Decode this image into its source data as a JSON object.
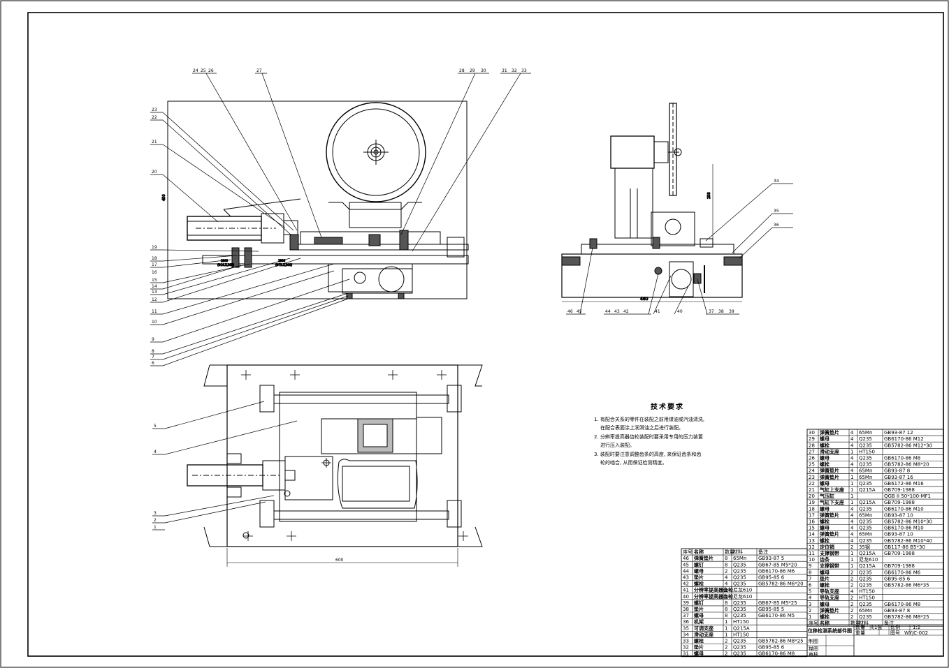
{
  "tech_requirements": {
    "title": "技术要求",
    "lines": [
      {
        "text": "1. 有配合关系的零件在装配之前用煤油或汽油清洗,",
        "indent": false
      },
      {
        "text": "在配合表面涂上润滑油之后进行装配。",
        "indent": true
      },
      {
        "text": "2. 分辨率提高器齿轮装配时要采用专用的压力装置",
        "indent": false
      },
      {
        "text": "进行压入装配。",
        "indent": true
      },
      {
        "text": "3. 装配时要注意调整齿条的高度, 来保证齿条和齿",
        "indent": false
      },
      {
        "text": "轮的啮合, 从而保证检测精度。",
        "indent": true
      }
    ]
  },
  "dimensions": {
    "top_width": "460",
    "plan_width": "600",
    "height_left": "450",
    "height_right": "258",
    "note1": "2800",
    "note1b": "(Φ24.5,305)",
    "note2": "2800",
    "note2b": "(Φ73.5,300)"
  },
  "front_view_leaders": {
    "left": [
      "23",
      "22",
      "21",
      "20",
      "19",
      "18",
      "17",
      "15",
      "14",
      "13",
      "16",
      "12",
      "11",
      "10",
      "9",
      "8",
      "7",
      "6"
    ],
    "top_groups": [
      [
        "24",
        "25",
        "26"
      ],
      [
        "27"
      ],
      [
        "28",
        "29",
        "30"
      ],
      [
        "31",
        "32",
        "33"
      ]
    ]
  },
  "side_view_leaders": {
    "right": [
      "34",
      "35",
      "36"
    ],
    "bottom": [
      "46",
      "45",
      "44",
      "43",
      "42",
      "41",
      "40",
      "37",
      "38",
      "39"
    ]
  },
  "plan_view_leaders": [
    "5",
    "4",
    "3",
    "2",
    "1"
  ],
  "bom_right": [
    {
      "no": "30",
      "name": "弹簧垫片",
      "qty": "4",
      "mat": "65Mn",
      "note": "GB93-87 12"
    },
    {
      "no": "29",
      "name": "螺母",
      "qty": "4",
      "mat": "Q235",
      "note": "GB6170-86 M12"
    },
    {
      "no": "28",
      "name": "螺栓",
      "qty": "4",
      "mat": "Q235",
      "note": "GB5782-86 M12*30"
    },
    {
      "no": "27",
      "name": "滑动支座",
      "qty": "1",
      "mat": "HT150",
      "note": ""
    },
    {
      "no": "26",
      "name": "螺母",
      "qty": "4",
      "mat": "Q235",
      "note": "GB6170-86 M8"
    },
    {
      "no": "25",
      "name": "螺栓",
      "qty": "4",
      "mat": "Q235",
      "note": "GB5782-86 M8*20"
    },
    {
      "no": "24",
      "name": "弹簧垫片",
      "qty": "4",
      "mat": "65Mn",
      "note": "GB93-87 8"
    },
    {
      "no": "23",
      "name": "弹簧垫片",
      "qty": "1",
      "mat": "65Mn",
      "note": "GB93-87 16"
    },
    {
      "no": "22",
      "name": "螺母",
      "qty": "1",
      "mat": "Q235",
      "note": "GB6172-86 M16"
    },
    {
      "no": "21",
      "name": "气缸上支座",
      "qty": "1",
      "mat": "Q215A",
      "note": "GB709-1988"
    },
    {
      "no": "20",
      "name": "气压缸",
      "qty": "1",
      "mat": "",
      "note": "QGB II 50*100-MF1"
    },
    {
      "no": "19",
      "name": "气缸下支座",
      "qty": "1",
      "mat": "Q215A",
      "note": "GB709-1988"
    },
    {
      "no": "18",
      "name": "螺母",
      "qty": "4",
      "mat": "Q235",
      "note": "GB6170-86 M10"
    },
    {
      "no": "17",
      "name": "弹簧垫片",
      "qty": "4",
      "mat": "65Mn",
      "note": "GB93-87 10"
    },
    {
      "no": "16",
      "name": "螺栓",
      "qty": "4",
      "mat": "Q235",
      "note": "GB5782-86 M10*30"
    },
    {
      "no": "15",
      "name": "螺母",
      "qty": "4",
      "mat": "Q235",
      "note": "GB6170-86 M10"
    },
    {
      "no": "14",
      "name": "弹簧垫片",
      "qty": "4",
      "mat": "65Mn",
      "note": "GB93-87 10"
    },
    {
      "no": "13",
      "name": "螺栓",
      "qty": "4",
      "mat": "Q235",
      "note": "GB5782-86 M10*40"
    },
    {
      "no": "12",
      "name": "定位销",
      "qty": "2",
      "mat": "35钢",
      "note": "GB117-86 B5*30"
    },
    {
      "no": "11",
      "name": "支撑钢带",
      "qty": "1",
      "mat": "Q215A",
      "note": "GB709-1988"
    },
    {
      "no": "10",
      "name": "齿条",
      "qty": "1",
      "mat": "尼龙610",
      "note": ""
    },
    {
      "no": "9",
      "name": "支撑钢带",
      "qty": "1",
      "mat": "Q215A",
      "note": "GB709-1988"
    },
    {
      "no": "8",
      "name": "螺母",
      "qty": "2",
      "mat": "Q235",
      "note": "GB6170-86 M6"
    },
    {
      "no": "7",
      "name": "垫片",
      "qty": "2",
      "mat": "Q235",
      "note": "GB95-85 6"
    },
    {
      "no": "6",
      "name": "螺栓",
      "qty": "2",
      "mat": "Q235",
      "note": "GB5782-86 M6*35"
    },
    {
      "no": "5",
      "name": "导轨支座",
      "qty": "4",
      "mat": "HT150",
      "note": ""
    },
    {
      "no": "4",
      "name": "导轨支座",
      "qty": "2",
      "mat": "HT150",
      "note": ""
    },
    {
      "no": "3",
      "name": "螺母",
      "qty": "2",
      "mat": "Q235",
      "note": "GB6170-86 M8"
    },
    {
      "no": "2",
      "name": "弹簧垫片",
      "qty": "2",
      "mat": "65Mn",
      "note": "GB93-87 8"
    },
    {
      "no": "1",
      "name": "螺栓",
      "qty": "2",
      "mat": "Q235",
      "note": "GB5782-86 M8*25"
    }
  ],
  "bom_left": [
    {
      "no": "46",
      "name": "弹簧垫片",
      "qty": "8",
      "mat": "65Mn",
      "note": "GB93-87 5"
    },
    {
      "no": "45",
      "name": "螺钉",
      "qty": "8",
      "mat": "Q235",
      "note": "GB67-85 M5*20"
    },
    {
      "no": "44",
      "name": "螺母",
      "qty": "2",
      "mat": "Q235",
      "note": "GB6170-86 M6"
    },
    {
      "no": "43",
      "name": "垫片",
      "qty": "4",
      "mat": "Q235",
      "note": "GB95-85 6"
    },
    {
      "no": "42",
      "name": "螺栓",
      "qty": "4",
      "mat": "Q235",
      "note": "GB5782-86 M6*20"
    },
    {
      "no": "41",
      "name": "分辨率提高器齿轮",
      "qty": "1",
      "mat": "尼龙610",
      "note": ""
    },
    {
      "no": "40",
      "name": "分辨率提高器齿轮",
      "qty": "1",
      "mat": "尼龙610",
      "note": ""
    },
    {
      "no": "39",
      "name": "螺钉",
      "qty": "8",
      "mat": "Q235",
      "note": "GB67-85 M5*25"
    },
    {
      "no": "38",
      "name": "垫片",
      "qty": "8",
      "mat": "Q235",
      "note": "GB95-85 5"
    },
    {
      "no": "37",
      "name": "螺母",
      "qty": "8",
      "mat": "Q235",
      "note": "GB6170-86 M5"
    },
    {
      "no": "36",
      "name": "机架",
      "qty": "1",
      "mat": "HT150",
      "note": ""
    },
    {
      "no": "35",
      "name": "可调支座",
      "qty": "1",
      "mat": "Q215A",
      "note": ""
    },
    {
      "no": "34",
      "name": "滑动支座",
      "qty": "1",
      "mat": "HT150",
      "note": ""
    },
    {
      "no": "33",
      "name": "螺栓",
      "qty": "2",
      "mat": "Q235",
      "note": "GB5782-86 M8*25"
    },
    {
      "no": "32",
      "name": "垫片",
      "qty": "2",
      "mat": "Q235",
      "note": "GB95-85 6"
    },
    {
      "no": "31",
      "name": "螺母",
      "qty": "2",
      "mat": "Q235",
      "note": "GB6170-86 M8"
    }
  ],
  "bom_header": {
    "no": "序号",
    "name": "名称",
    "qty": "数量",
    "mat": "材料",
    "note": "备注"
  },
  "title_block": {
    "drawing_name": "位移检测系统部件图",
    "scale_label": "比例",
    "scale_value": "1:2",
    "drawing_no_label": "图号",
    "drawing_no": "WYJC-002",
    "weight_label": "重量",
    "rows": [
      "制图",
      "描图",
      "审核"
    ],
    "count_label": "数量",
    "count_value": "共1张"
  }
}
